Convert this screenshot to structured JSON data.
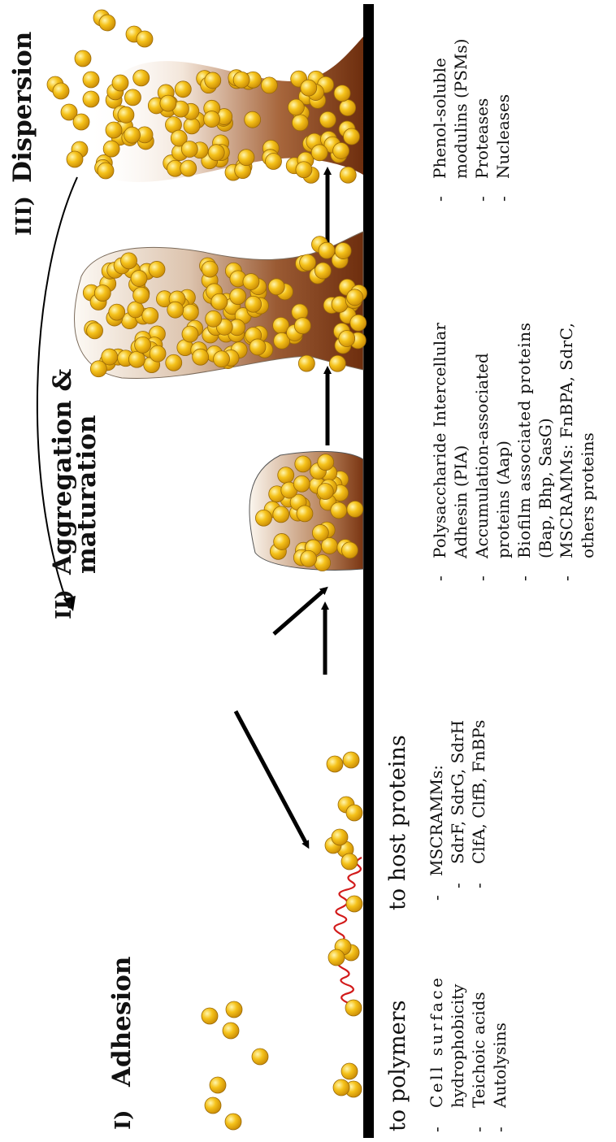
{
  "stages": {
    "adhesion": {
      "numeral": "I)",
      "label": "Adhesion"
    },
    "aggregation": {
      "numeral": "II)",
      "label_line1": "Aggregation &",
      "label_line2": "maturation"
    },
    "dispersion": {
      "numeral": "III)",
      "label": "Dispersion"
    }
  },
  "adhesion_polymers": {
    "heading": "to polymers",
    "items": [
      "Cell surface",
      "hydrophobicity",
      "Teichoic acids",
      "Autolysins"
    ]
  },
  "adhesion_host": {
    "heading": "to host proteins",
    "items": [
      "MSCRAMMs:",
      "SdrF, SdrG, SdrH",
      "ClfA, ClfB, FnBPs"
    ]
  },
  "aggregation_factors": {
    "lines": [
      "Polysaccharide     Intercellular",
      "Adhesin (PIA)",
      "Accumulation-associated",
      "proteins (Aap)",
      "Biofilm     associated     proteins",
      "(Bap, Bhp, SasG)",
      "MSCRAMMs:  FnBPA,  SdrC,",
      "others proteins"
    ]
  },
  "dispersion_factors": {
    "lines": [
      "Phenol-soluble",
      "modulins (PSMs)",
      "Proteases",
      "Nucleases"
    ]
  },
  "colors": {
    "cell": "#f2b90f",
    "matrix": "#7a3512",
    "surface": "#000000",
    "host_protein": "#d21a1a"
  }
}
